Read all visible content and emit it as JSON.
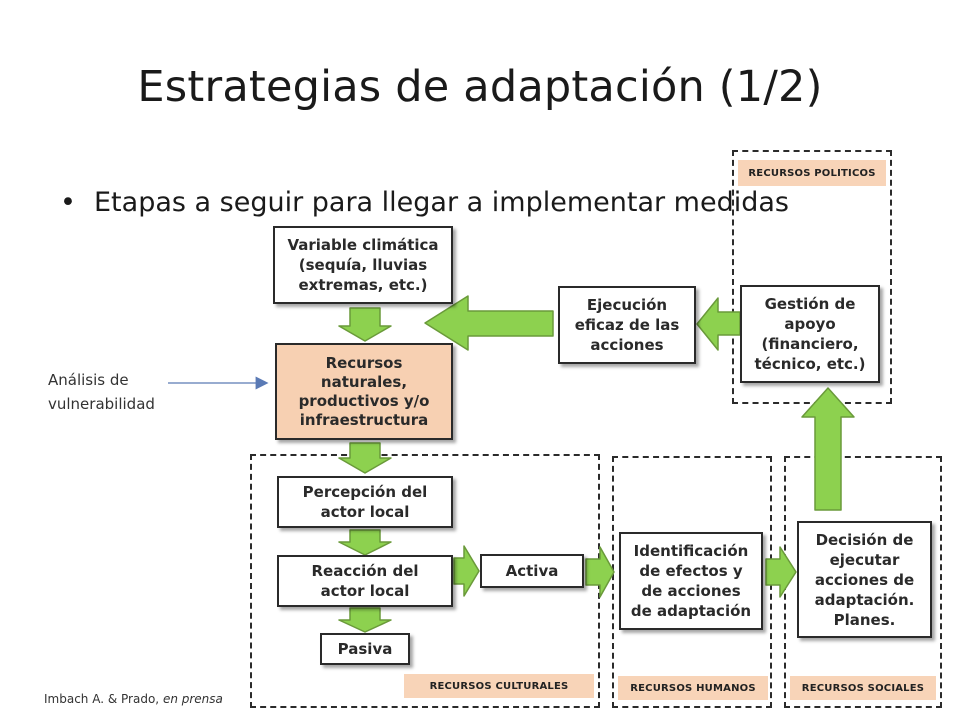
{
  "slide": {
    "title": "Estrategias de adaptación (1/2)",
    "bullet_symbol": "•",
    "bullet_text": "Etapas a seguir para llegar a implementar medidas",
    "side_label": "Análisis de vulnerabilidad",
    "citation_authors": "Imbach A. & Prado,",
    "citation_note": "en prensa"
  },
  "diagram": {
    "regions": {
      "politicos": "RECURSOS POLITICOS",
      "culturales": "RECURSOS CULTURALES",
      "humanos": "RECURSOS HUMANOS",
      "sociales": "RECURSOS SOCIALES"
    },
    "boxes": {
      "variable": "Variable climática\n(sequía, lluvias\nextremas, etc.)",
      "recursos": "Recursos\nnaturales,\nproductivos y/o\ninfraestructura",
      "percepcion": "Percepción del\nactor local",
      "reaccion": "Reacción del\nactor local",
      "pasiva": "Pasiva",
      "activa": "Activa",
      "identificacion": "Identificación\nde efectos y\nde acciones\nde adaptación",
      "decision": "Decisión de\nejecutar\nacciones de\nadaptación.\nPlanes.",
      "gestion": "Gestión de\napoyo\n(financiero,\ntécnico, etc.)",
      "ejecucion": "Ejecución\neficaz de las\nacciones"
    },
    "colors": {
      "arrow_fill": "#8dd14f",
      "arrow_stroke": "#6a9a3a",
      "highlight_box": "#f7d0b2",
      "region_label": "#f8d4b8",
      "pointer_line": "#5a7ab5"
    }
  }
}
